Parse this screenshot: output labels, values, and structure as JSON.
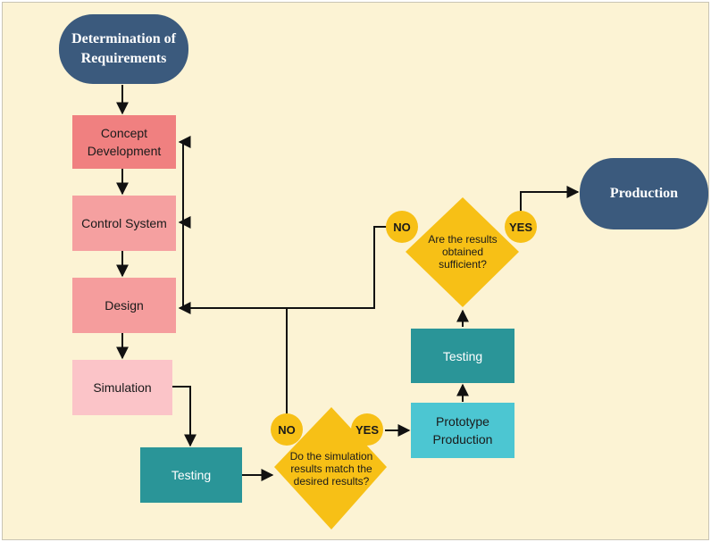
{
  "nodes": {
    "requirements": "Determination of\nRequirements",
    "concept": "Concept\nDevelopment",
    "control": "Control System",
    "design": "Design",
    "simulation": "Simulation",
    "testing1": "Testing",
    "decision1": "Do the simulation\nresults match the\ndesired results?",
    "prototype": "Prototype\nProduction",
    "testing2": "Testing",
    "decision2": "Are the results\nobtained\nsufficient?",
    "production": "Production"
  },
  "labels": {
    "no1": "NO",
    "yes1": "YES",
    "no2": "NO",
    "yes2": "YES"
  },
  "colors": {
    "background": "#fcf3d4",
    "terminal": "#3b5a7d",
    "decision": "#f7c016",
    "testing": "#2a9598",
    "prototype": "#4cc6d2"
  }
}
